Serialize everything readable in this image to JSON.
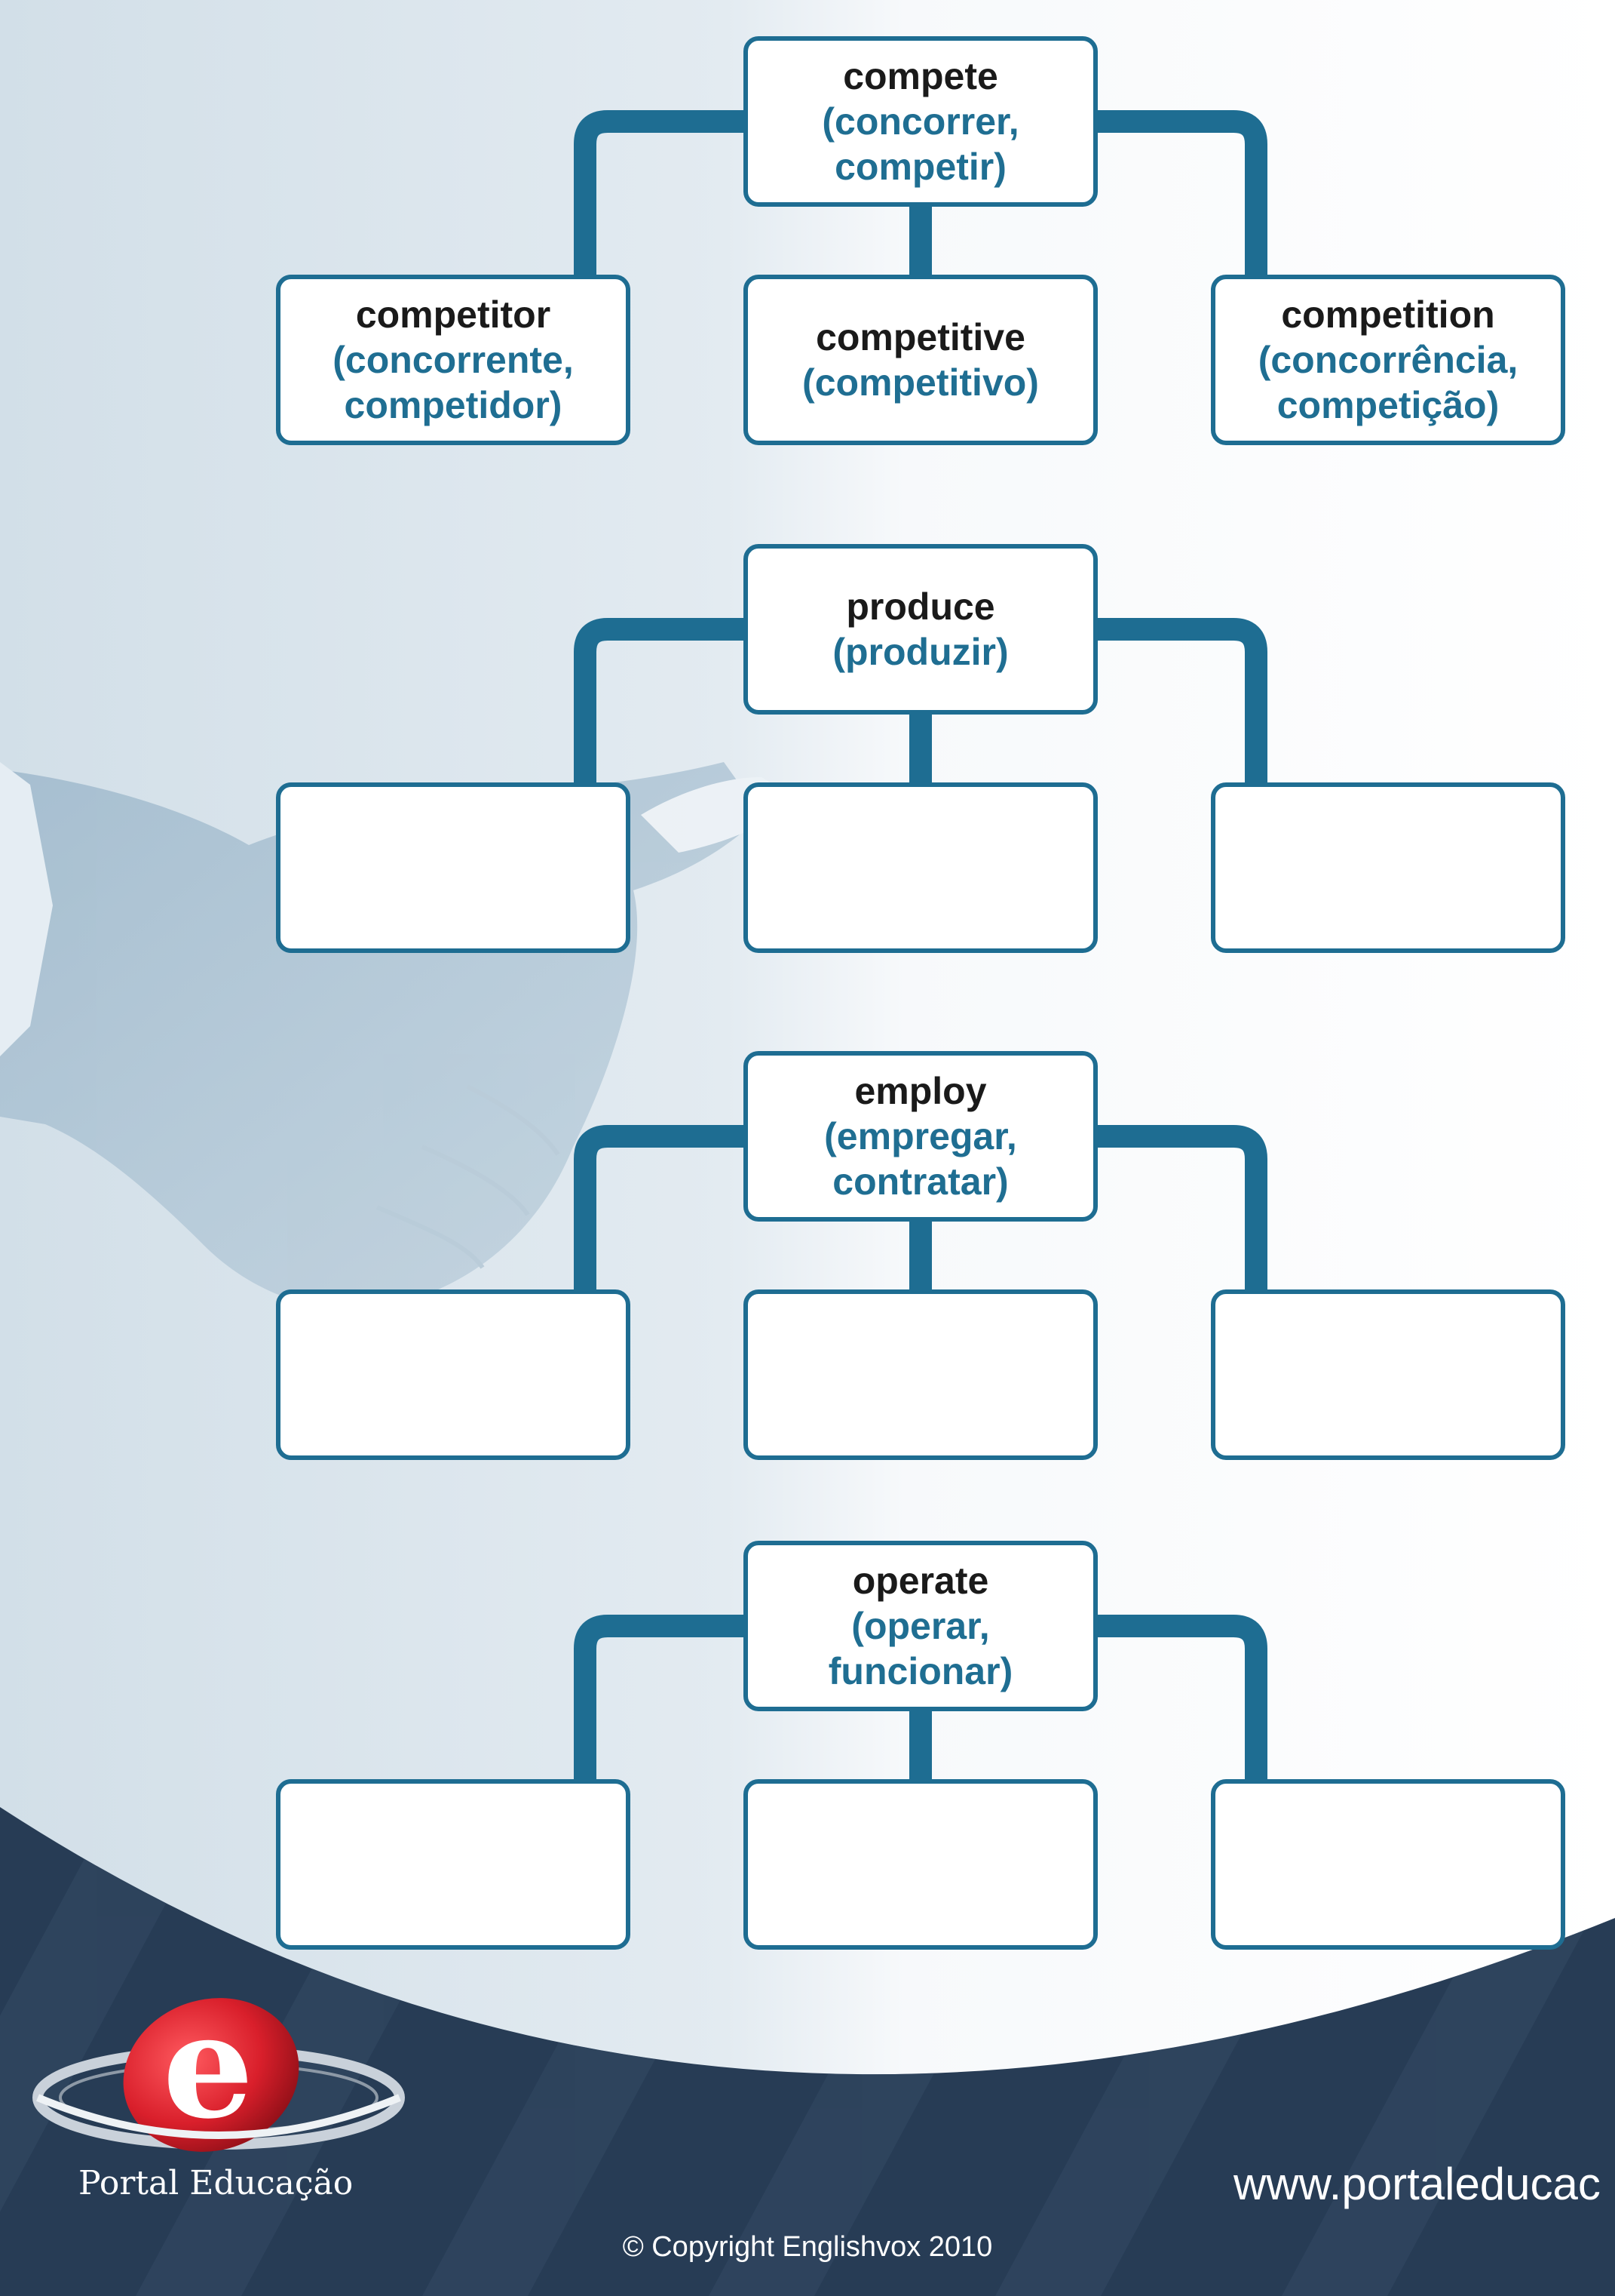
{
  "colors": {
    "accent": "#1f6e92",
    "term_text": "#1a1a1a",
    "footer_dark": "#273c55",
    "logo_red": "#d91f2b"
  },
  "diagrams": [
    {
      "root": {
        "term": "compete",
        "translation": "(concorrer,\ncompetir)"
      },
      "children": [
        {
          "term": "competitor",
          "translation": "(concorrente,\ncompetidor)"
        },
        {
          "term": "competitive",
          "translation": "(competitivo)"
        },
        {
          "term": "competition",
          "translation": "(concorrência,\ncompetição)"
        }
      ]
    },
    {
      "root": {
        "term": "produce",
        "translation": "(produzir)"
      },
      "children": [
        {
          "term": "",
          "translation": ""
        },
        {
          "term": "",
          "translation": ""
        },
        {
          "term": "",
          "translation": ""
        }
      ]
    },
    {
      "root": {
        "term": "employ",
        "translation": "(empregar,\ncontratar)"
      },
      "children": [
        {
          "term": "",
          "translation": ""
        },
        {
          "term": "",
          "translation": ""
        },
        {
          "term": "",
          "translation": ""
        }
      ]
    },
    {
      "root": {
        "term": "operate",
        "translation": "(operar,\nfuncionar)"
      },
      "children": [
        {
          "term": "",
          "translation": ""
        },
        {
          "term": "",
          "translation": ""
        },
        {
          "term": "",
          "translation": ""
        }
      ]
    }
  ],
  "footer": {
    "logo_name": "Portal Educação",
    "logo_letter": "e",
    "logo_icon": "portal-educacao-logo-icon",
    "website": "www.portaleducac",
    "copyright": "© Copyright Englishvox 2010"
  }
}
